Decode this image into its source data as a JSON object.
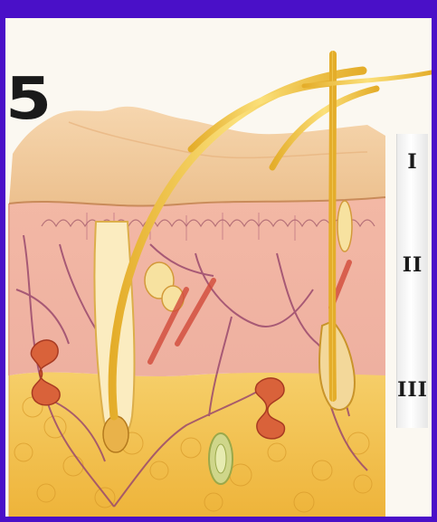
{
  "figure": {
    "panel_number": "5",
    "layers": [
      {
        "label": "I"
      },
      {
        "label": "II"
      },
      {
        "label": "III"
      }
    ]
  },
  "colors": {
    "border": "#4a10c8",
    "epidermis": "#f0c89a",
    "dermis": "#f2b9a6",
    "subcutaneous_fat": "#f2c052",
    "hair": "#f0c63c",
    "vessels": "#9b4a6e",
    "gland": "#d9623a"
  }
}
